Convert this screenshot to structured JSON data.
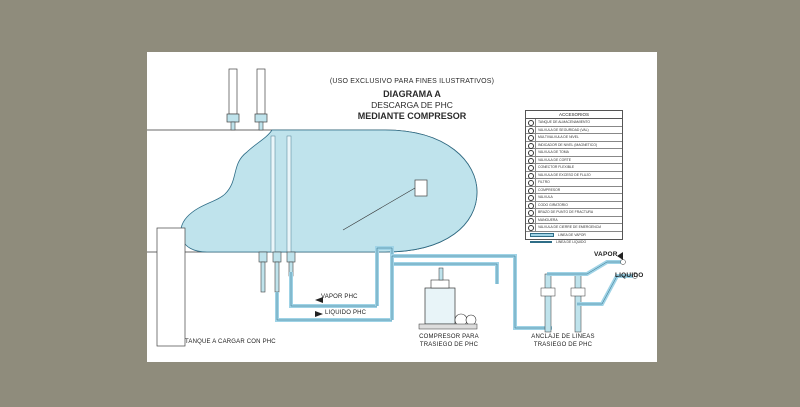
{
  "header": {
    "notice": "(USO EXCLUSIVO PARA FINES ILUSTRATIVOS)",
    "title": "DIAGRAMA A",
    "subtitle": "DESCARGA DE PHC",
    "method": "MEDIANTE COMPRESOR"
  },
  "legend": {
    "title": "ACCESORIOS",
    "items": [
      "TANQUE DE ALMACENAMIENTO",
      "VALVULA DE SEGURIDAD (VAL)",
      "MULTIVALVULA DE NIVEL",
      "INDICADOR DE NIVEL (MAGNETICO)",
      "VALVULA DE TOMA",
      "VALVULA DE CORTE",
      "CONECTOR FLEXIBLE",
      "VALVULA DE EXCESO DE FLUJO",
      "FILTRO",
      "COMPRESOR",
      "VALVULA",
      "CODO GIRATORIO",
      "BRAZO DE PUNTO DE FRACTURA",
      "MANGUERA",
      "VALVULA DE CIERRE DE EMERGENCIA"
    ],
    "line_vapor": "LINEA DE VAPOR",
    "line_liquid": "LINEA DE LIQUIDO"
  },
  "labels": {
    "vapor_phc": "VAPOR PHC",
    "liquido_phc": "LIQUIDO PHC",
    "vapor": "VAPOR",
    "liquido": "LIQUIDO",
    "tanque": "TANQUE A CARGAR CON PHC",
    "compresor_line1": "COMPRESOR PARA",
    "compresor_line2": "TRASIEGO DE PHC",
    "anclaje_line1": "ANCLAJE DE LINEAS",
    "anclaje_line2": "TRASIEGO DE PHC"
  },
  "colors": {
    "tank_fill": "#bfe3ec",
    "pipe": "#9fd3e6",
    "pipe_stroke": "#2f6d87",
    "line_dark": "#3a3a3a"
  }
}
